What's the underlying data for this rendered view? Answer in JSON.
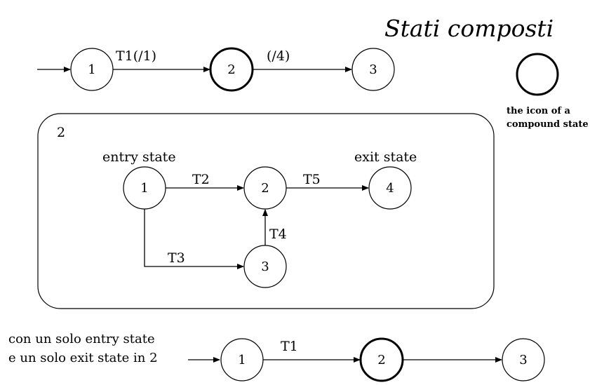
{
  "title": "Stati composti",
  "icon_caption": {
    "line1": "the icon of a",
    "line2": "compound state"
  },
  "top_row": {
    "nodes": [
      "1",
      "2",
      "3"
    ],
    "edges": [
      "T1(/1)",
      "(/4)"
    ]
  },
  "compound": {
    "label": "2",
    "entry_label": "entry state",
    "exit_label": "exit state",
    "nodes": [
      "1",
      "2",
      "3",
      "4"
    ],
    "edges": [
      "T2",
      "T3",
      "T4",
      "T5"
    ]
  },
  "bottom_note": {
    "line1": "con un solo entry state",
    "line2": "e un solo exit state in 2"
  },
  "bottom_row": {
    "nodes": [
      "1",
      "2",
      "3"
    ],
    "edges": [
      "T1"
    ]
  }
}
